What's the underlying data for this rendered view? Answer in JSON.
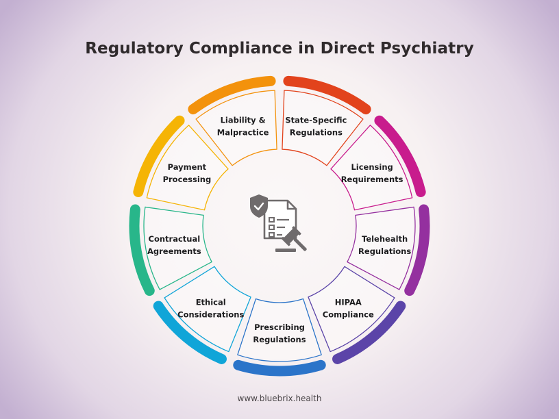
{
  "title": "Regulatory Compliance in Direct Psychiatry",
  "footer": "www.bluebrix.health",
  "center_icon": "legal-compliance-document-gavel-shield-icon",
  "segments": [
    {
      "id": "state-specific-regulations",
      "line1": "State-Specific",
      "line2": "Regulations",
      "color": "#e2431c"
    },
    {
      "id": "licensing-requirements",
      "line1": "Licensing",
      "line2": "Requirements",
      "color": "#c81c8d"
    },
    {
      "id": "telehealth-regulations",
      "line1": "Telehealth",
      "line2": "Regulations",
      "color": "#94309f"
    },
    {
      "id": "hipaa-compliance",
      "line1": "HIPAA",
      "line2": "Compliance",
      "color": "#5b44a8"
    },
    {
      "id": "prescribing-regulations",
      "line1": "Prescribing",
      "line2": "Regulations",
      "color": "#2b74c9"
    },
    {
      "id": "ethical-considerations",
      "line1": "Ethical",
      "line2": "Considerations",
      "color": "#10a5d8"
    },
    {
      "id": "contractual-agreements",
      "line1": "Contractual",
      "line2": "Agreements",
      "color": "#28b68a"
    },
    {
      "id": "payment-processing",
      "line1": "Payment",
      "line2": "Processing",
      "color": "#f5b405"
    },
    {
      "id": "liability-malpractice",
      "line1": "Liability &",
      "line2": "Malpractice",
      "color": "#f3920c"
    }
  ]
}
